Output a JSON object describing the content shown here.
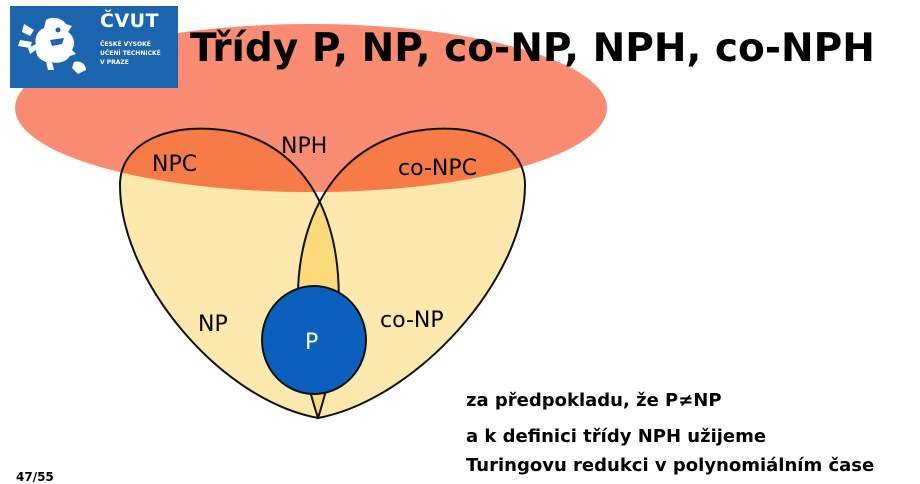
{
  "logo": {
    "name": "ČVUT",
    "subtitle_lines": [
      "ČESKÉ VYSOKÉ",
      "UČENÍ TECHNICKÉ",
      "V PRAZE"
    ]
  },
  "title": "Třídy P, NP, co-NP, NPH, co-NPH",
  "diagram": {
    "labels": {
      "npc": "NPC",
      "nph": "NPH",
      "conpc": "co-NPC",
      "np": "NP",
      "conp": "co-NP",
      "p": "P"
    },
    "colors": {
      "np_fill": "#fde8ad",
      "intersection_fill": "#fcd97a",
      "nph_fill": "#fa8c73",
      "npc_fill": "#f77b46",
      "p_fill": "#0b5fbd",
      "outline": "#111111"
    }
  },
  "notes": {
    "line1": "za předpokladu, že P≠NP",
    "line2": "a k definici třídy NPH užijeme",
    "line3": "Turingovu redukci v polynomiálním čase"
  },
  "page_number": "47/55"
}
